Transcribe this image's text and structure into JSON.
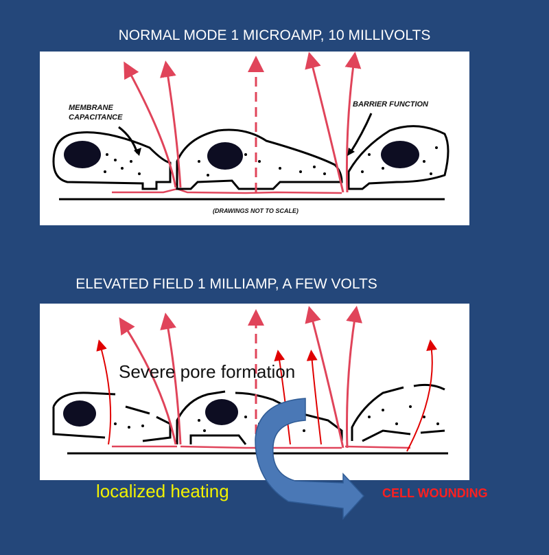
{
  "top_panel": {
    "title": "NORMAL MODE 1 MICROAMP, 10 MILLIVOLTS",
    "label_membrane_line1": "MEMBRANE",
    "label_membrane_line2": "CAPACITANCE",
    "label_barrier": "BARRIER FUNCTION",
    "footnote": "(DRAWINGS NOT TO SCALE)"
  },
  "bottom_panel": {
    "title": "ELEVATED FIELD 1 MILLIAMP, A FEW VOLTS",
    "pore_text": "Severe pore formation"
  },
  "annotations": {
    "heating": "localized heating",
    "wounding": "CELL WOUNDING"
  },
  "colors": {
    "background": "#24477a",
    "current_arrow": "#e0445a",
    "heating_text": "#f2f200",
    "wounding_text": "#ff1f1f",
    "curved_arrow": "#4a78b6"
  }
}
